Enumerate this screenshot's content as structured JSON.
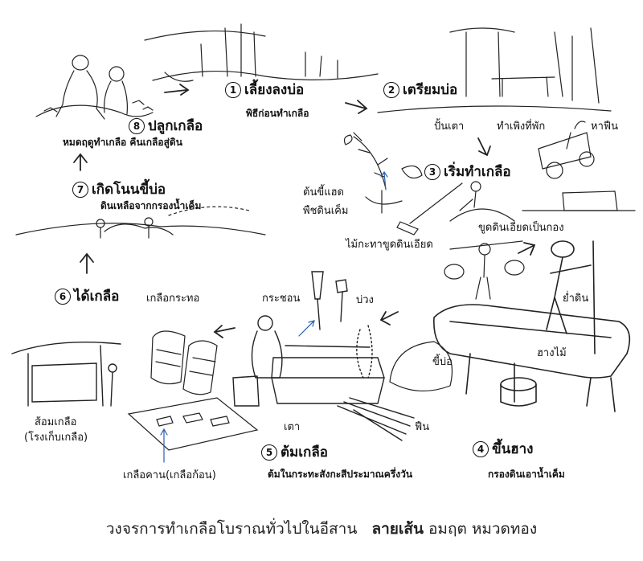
{
  "steps": [
    {
      "num": "1",
      "title": "เลี้ยงลงบ่อ",
      "desc": "พิธีก่อนทำเกลือ"
    },
    {
      "num": "2",
      "title": "เตรียมบ่อ",
      "desc": ""
    },
    {
      "num": "3",
      "title": "เริ่มทำเกลือ",
      "desc": ""
    },
    {
      "num": "4",
      "title": "ขึ้นฮาง",
      "desc": "กรองดินเอาน้ำเค็ม"
    },
    {
      "num": "5",
      "title": "ต้มเกลือ",
      "desc": "ต้มในกระทะสังกะสีประมาณครึ่งวัน"
    },
    {
      "num": "6",
      "title": "ได้เกลือ",
      "desc": ""
    },
    {
      "num": "7",
      "title": "เกิดโนนขี้บ่อ",
      "desc": "ดินเหลือจากกรองน้ำเค็ม"
    },
    {
      "num": "8",
      "title": "ปลูกเกลือ",
      "desc": "หมดฤดูทำเกลือ คืนเกลือสู่ดิน"
    }
  ],
  "labels": {
    "pan_tao": "ปั้นเตา",
    "tham_phing": "ทำเพิงที่พัก",
    "ha_fuen": "หาฟืน",
    "ton_khi_haet": "ต้นขี้แฮด",
    "phuet_din_khem": "พืชดินเค็ม",
    "mai_kratha": "ไม้กะทาขูดดินเอียด",
    "khut_din": "ขูดดินเอียดเป็นกอง",
    "tam_din": "ย่ำดิน",
    "hang_mai": "ฮางไม้",
    "khi_bo": "ขี้บ่อ",
    "kra_chon": "กระชอน",
    "buang": "บ่วง",
    "klua_kra_tho": "เกลือกระทอ",
    "tao": "เตา",
    "fuen": "ฟืน",
    "som_klua": "ส้อมเกลือ",
    "rong_kep_klua": "(โรงเก็บเกลือ)",
    "klua_khan": "เกลือคาน(เกลือก้อน)"
  },
  "caption": {
    "text": "วงจรการทำเกลือโบราณทั่วไปในอีสาน",
    "credit_label": "ลายเส้น",
    "artist": "อมฤต หมวดทอง"
  }
}
